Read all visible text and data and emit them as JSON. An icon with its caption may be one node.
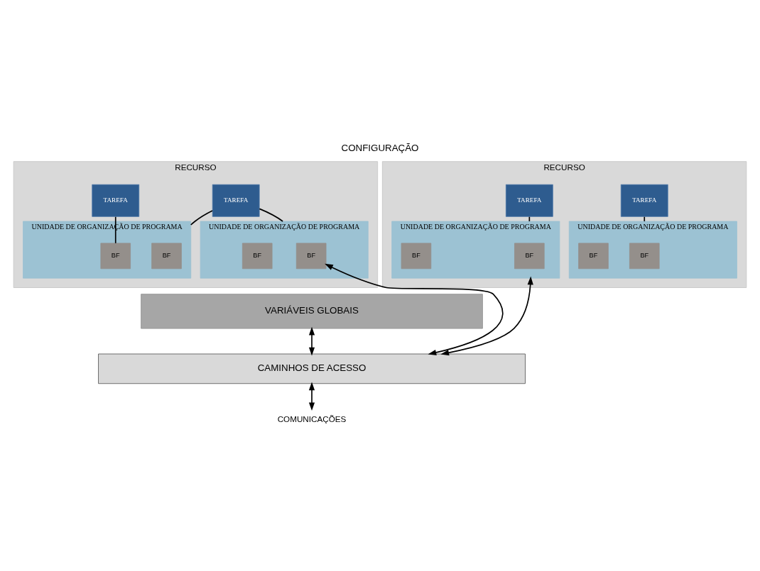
{
  "diagram": {
    "title": "CONFIGURAÇÃO",
    "nodes": [
      {
        "text": [
          "RECURSO"
        ]
      },
      {
        "text": [
          "TAREFA"
        ],
        "in": 0
      },
      {
        "text": [
          "TAREFA"
        ],
        "in": 0
      },
      {
        "text": [
          "UNIDADE DE ORGANIZAÇÃO DE PROGRAMA"
        ],
        "in": 0
      },
      {
        "text": [
          "BF"
        ],
        "in": 3
      },
      {
        "text": [
          "BF"
        ],
        "in": 3
      },
      {
        "text": [
          "UNIDADE DE ORGANIZAÇÃO DE PROGRAMA"
        ],
        "in": 0
      },
      {
        "text": [
          "BF"
        ],
        "in": 6
      },
      {
        "text": [
          "BF"
        ],
        "in": 6
      },
      {
        "text": [
          "RECURSO"
        ]
      },
      {
        "text": [
          "TAREFA"
        ],
        "in": 9
      },
      {
        "text": [
          "TAREFA"
        ],
        "in": 9
      },
      {
        "text": [
          "UNIDADE DE ORGANIZAÇÃO DE PROGRAMA"
        ],
        "in": 9
      },
      {
        "text": [
          "BF"
        ],
        "in": 12
      },
      {
        "text": [
          "BF"
        ],
        "in": 12
      },
      {
        "text": [
          "UNIDADE DE ORGANIZAÇÃO DE PROGRAMA"
        ],
        "in": 9
      },
      {
        "text": [
          "BF"
        ],
        "in": 15
      },
      {
        "text": [
          "BF"
        ],
        "in": 15
      },
      {
        "text": [
          "VARIÁVEIS GLOBAIS"
        ]
      },
      {
        "text": [
          "CAMINHOS DE ACESSO"
        ]
      },
      {
        "text": [
          "COMUNICAÇÕES"
        ]
      }
    ],
    "edges": [
      {
        "from": 1,
        "to": 3,
        "arrow": "none"
      },
      {
        "from": 1,
        "to": 6,
        "arrow": "none"
      },
      {
        "from": 2,
        "to": 8,
        "arrow": "none"
      },
      {
        "from": 10,
        "to": 12,
        "arrow": "none"
      },
      {
        "from": 11,
        "to": 15,
        "arrow": "none"
      },
      {
        "from": 19,
        "to": 4,
        "arrow": "both"
      },
      {
        "from": 19,
        "to": 15,
        "arrow": "both"
      },
      {
        "from": 18,
        "to": 19,
        "arrow": "both"
      },
      {
        "from": 19,
        "to": 20,
        "arrow": "both"
      }
    ]
  }
}
